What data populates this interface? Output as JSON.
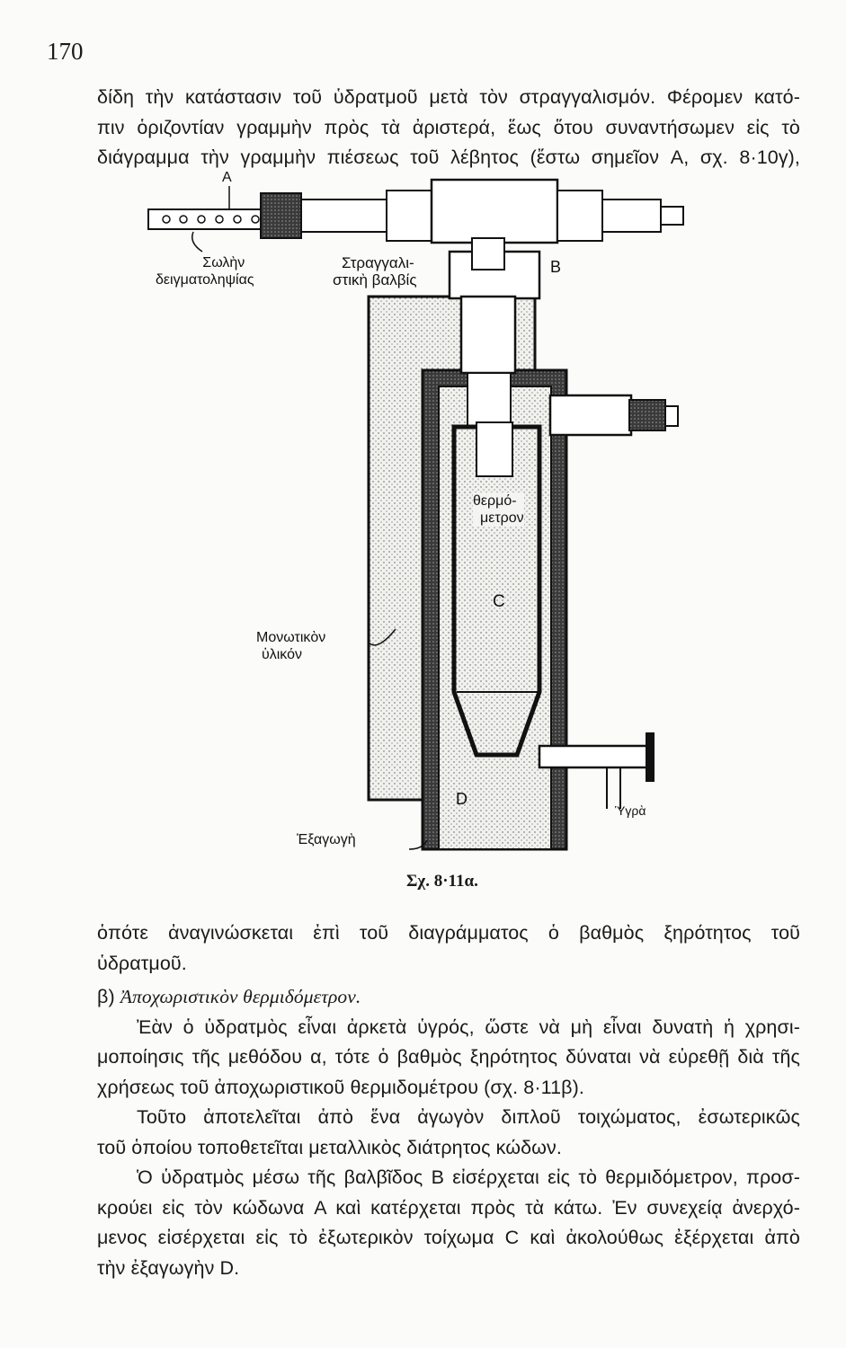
{
  "page_number": "170",
  "top_text": [
    "δίδη τὴν κατάστασιν τοῦ ὑδρατμοῦ μετὰ τὸν στραγγαλισμόν. Φέρομεν κατό-",
    "πιν ὁριζοντίαν γραμμὴν πρὸς τὰ ἀριστερά, ἕως ὅτου συναντήσωμεν εἰς τὸ",
    "διάγραμμα τὴν γραμμὴν πιέσεως τοῦ λέβητος (ἔστω σημεῖον A, σχ. 8·10γ),"
  ],
  "figure": {
    "label_a": "A",
    "label_b": "B",
    "label_c": "C",
    "label_d": "D",
    "sampling_tube": [
      "Σωλὴν",
      "δειγματοληψίας"
    ],
    "throttle_valve": [
      "Στραγγαλι-",
      "στικὴ βαλβίς"
    ],
    "thermometer": [
      "θερμό-",
      "μετρον"
    ],
    "insulation": [
      "Μονωτικὸν",
      "ὑλικόν"
    ],
    "liquid": "Ὑγρὰ",
    "outlet": "Ἐξαγωγὴ",
    "caption": "Σχ. 8·11α."
  },
  "body": {
    "p1": [
      "ὁπότε ἀναγινώσκεται ἐπὶ τοῦ διαγράμματος ὁ βαθμὸς ξηρότητος τοῦ",
      "ὑδρατμοῦ."
    ],
    "heading_prefix": "β)",
    "heading": "Ἀποχωριστικὸν θερμιδόμετρον.",
    "p2": [
      "Ἐὰν ὁ ὑδρατμὸς εἶναι ἀρκετὰ ὑγρός, ὥστε νὰ μὴ εἶναι δυνατὴ ἡ χρησι-",
      "μοποίησις τῆς μεθόδου α, τότε ὁ βαθμὸς ξηρότητος δύναται νὰ εὑρεθῇ διὰ τῆς",
      "χρήσεως τοῦ ἀποχωριστικοῦ θερμιδομέτρου (σχ. 8·11β)."
    ],
    "p3": [
      "Τοῦτο ἀποτελεῖται ἀπὸ ἕνα ἀγωγὸν διπλοῦ τοιχώματος, ἐσωτερικῶς",
      "τοῦ ὁποίου τοποθετεῖται μεταλλικὸς διάτρητος κώδων."
    ],
    "p4": [
      "Ὁ ὑδρατμὸς μέσω τῆς βαλβῖδος B εἰσέρχεται εἰς τὸ θερμιδόμετρον, προσ-",
      "κρούει εἰς τὸν κώδωνα A καὶ κατέρχεται πρὸς τὰ κάτω. Ἐν συνεχείᾳ ἀνερχό-",
      "μενος εἰσέρχεται εἰς τὸ ἐξωτερικὸν τοίχωμα C καὶ ἀκολούθως ἐξέρχεται ἀπὸ",
      "τὴν ἐξαγωγὴν D."
    ]
  }
}
